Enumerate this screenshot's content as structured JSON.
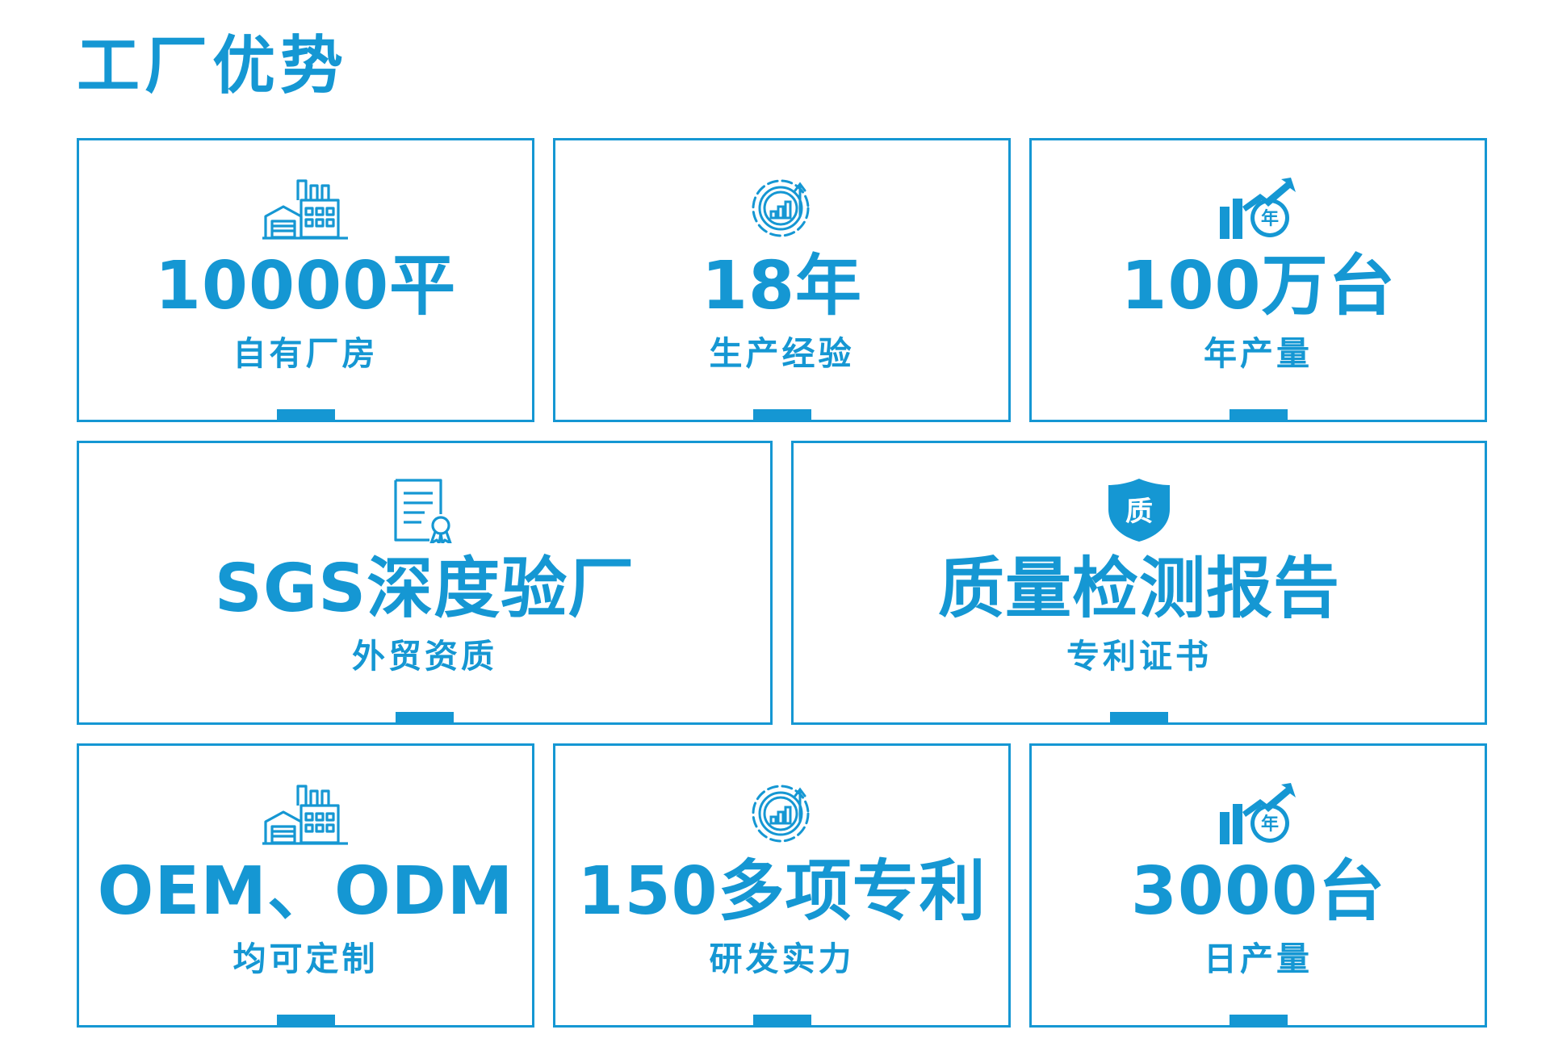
{
  "title": "工厂优势",
  "accent_color": "#1597d3",
  "cards": [
    {
      "icon": "factory-icon",
      "value": "10000平",
      "label": "自有厂房"
    },
    {
      "icon": "gear-chart-icon",
      "value": "18年",
      "label": "生产经验"
    },
    {
      "icon": "growth-year-icon",
      "value": "100万台",
      "label": "年产量"
    },
    {
      "icon": "certificate-icon",
      "value": "SGS深度验厂",
      "label": "外贸资质"
    },
    {
      "icon": "quality-shield-icon",
      "value": "质量检测报告",
      "label": "专利证书",
      "icon_text": "质"
    },
    {
      "icon": "factory-icon",
      "value": "OEM、ODM",
      "label": "均可定制"
    },
    {
      "icon": "gear-chart-icon",
      "value": "150多项专利",
      "label": "研发实力"
    },
    {
      "icon": "growth-year-icon",
      "value": "3000台",
      "label": "日产量"
    }
  ],
  "year_badge": "年"
}
